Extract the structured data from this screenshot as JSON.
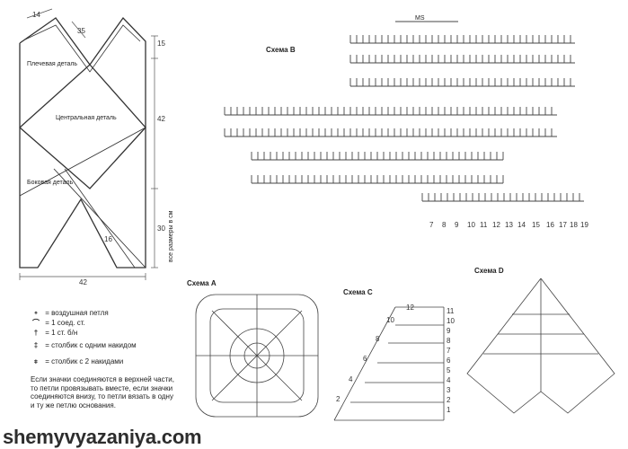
{
  "pattern": {
    "panel_labels": {
      "shoulder": "Плечевая деталь",
      "central": "Центральная деталь",
      "side": "Боковая деталь"
    },
    "dimensions": {
      "d14": "14",
      "d35": "35",
      "d15": "15",
      "d42_vertical": "42",
      "d30": "30",
      "d42_bottom": "42",
      "d16": "16",
      "all_sizes": "все размеры в см"
    }
  },
  "schemes": {
    "b": {
      "title": "Схема B",
      "ms": "MS",
      "rows_bottom": [
        "7",
        "8",
        "9",
        "10",
        "11",
        "12",
        "13",
        "14",
        "15",
        "16",
        "17",
        "18",
        "19"
      ]
    },
    "a": {
      "title": "Схема A"
    },
    "c": {
      "title": "Схема C",
      "right_rows": [
        "11",
        "10",
        "9",
        "8",
        "7",
        "6",
        "5",
        "4",
        "3",
        "2",
        "1"
      ],
      "left_rows": [
        "12",
        "10",
        "8",
        "6",
        "4",
        "2"
      ]
    },
    "d": {
      "title": "Схема D"
    }
  },
  "legend": {
    "items": [
      {
        "symbol": "∘",
        "text": "= воздушная петля"
      },
      {
        "symbol": "⌒",
        "text": "= 1 соед. ст."
      },
      {
        "symbol": "†",
        "text": "= 1 ст. б/н"
      },
      {
        "symbol": "‡",
        "text": "= столбик с одним накидом"
      },
      {
        "symbol": "⧧",
        "text": "= столбик с 2 накидами"
      }
    ],
    "note": "Если значки соединяются в верхней части, то петли провязывать вместе, если значки соединяются внизу, то петли вязать в одну и ту же петлю основания."
  },
  "watermark": "shemyvyazaniya.com"
}
